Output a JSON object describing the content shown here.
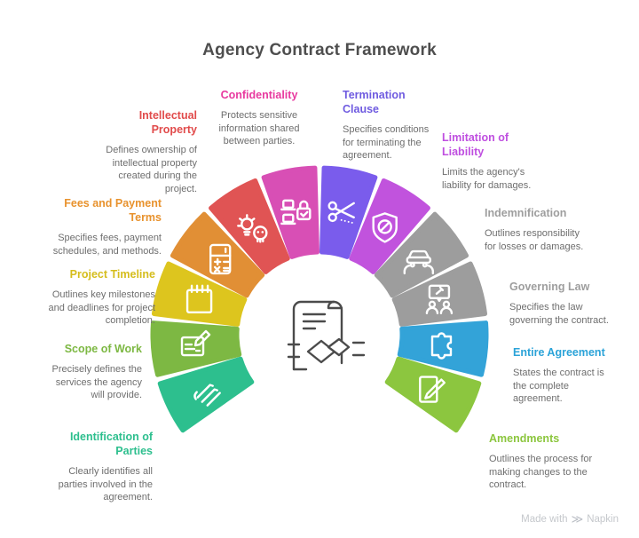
{
  "title": "Agency Contract Framework",
  "center": {
    "icon": "contract-handshake-icon"
  },
  "footer": {
    "made_with": "Made with",
    "brand": "Napkin",
    "icon": "napkin-logo-icon"
  },
  "sections": [
    {
      "id": "identification-of-parties",
      "title": "Identification of Parties",
      "description": "Clearly identifies all parties involved in the agreement.",
      "color": "#2dbf8e",
      "label_color": "#2dbf8e",
      "icon": "hands-stack-icon"
    },
    {
      "id": "scope-of-work",
      "title": "Scope of Work",
      "description": "Precisely defines the services the agency will provide.",
      "color": "#7db843",
      "label_color": "#7db843",
      "icon": "blueprint-pencil-icon"
    },
    {
      "id": "project-timeline",
      "title": "Project Timeline",
      "description": "Outlines key milestones and deadlines for project completion.",
      "color": "#ddc51e",
      "label_color": "#d5bd1c",
      "icon": "calendar-icon"
    },
    {
      "id": "fees-and-payment-terms",
      "title": "Fees and Payment Terms",
      "description": "Specifies fees, payment schedules, and methods.",
      "color": "#e18f35",
      "label_color": "#e8922d",
      "icon": "calculator-icon"
    },
    {
      "id": "intellectual-property",
      "title": "Intellectual Property",
      "description": "Defines ownership of intellectual property created during the project.",
      "color": "#e05454",
      "label_color": "#e14b4b",
      "icon": "lightbulb-skull-icon"
    },
    {
      "id": "confidentiality",
      "title": "Confidentiality",
      "description": "Protects sensitive information shared between parties.",
      "color": "#d84fb5",
      "label_color": "#e8399f",
      "icon": "devices-lock-icon"
    },
    {
      "id": "termination-clause",
      "title": "Termination Clause",
      "description": "Specifies conditions for terminating the agreement.",
      "color": "#7a5cec",
      "label_color": "#6f5be0",
      "icon": "scissors-icon"
    },
    {
      "id": "limitation-of-liability",
      "title": "Limitation of Liability",
      "description": "Limits the agency's liability for damages.",
      "color": "#c153dd",
      "label_color": "#bf4fe0",
      "icon": "shield-slash-icon"
    },
    {
      "id": "indemnification",
      "title": "Indemnification",
      "description": "Outlines responsibility for losses or damages.",
      "color": "#9d9d9d",
      "label_color": "#9e9e9e",
      "icon": "car-hands-icon"
    },
    {
      "id": "governing-law",
      "title": "Governing Law",
      "description": "Specifies the law governing the contract.",
      "color": "#9d9d9d",
      "label_color": "#9e9e9e",
      "icon": "law-people-icon"
    },
    {
      "id": "entire-agreement",
      "title": "Entire Agreement",
      "description": "States the contract is the complete agreement.",
      "color": "#33a3d8",
      "label_color": "#2ba3d8",
      "icon": "puzzle-icon"
    },
    {
      "id": "amendments",
      "title": "Amendments",
      "description": "Outlines the process for making changes to the contract.",
      "color": "#8cc63f",
      "label_color": "#8cc63e",
      "icon": "pencil-document-icon"
    }
  ]
}
